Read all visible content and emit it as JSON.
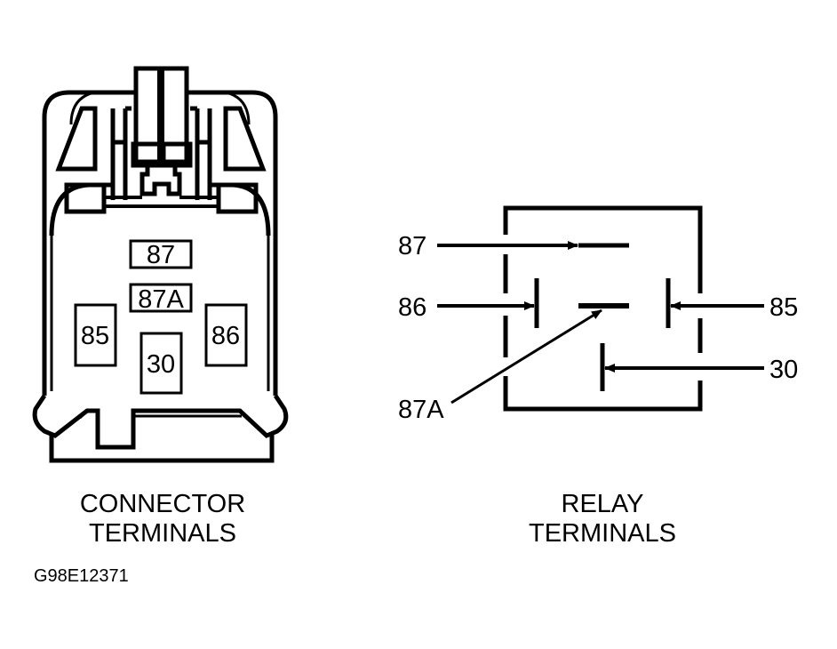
{
  "connector": {
    "terminals": [
      {
        "id": "87",
        "label": "87"
      },
      {
        "id": "87A",
        "label": "87A"
      },
      {
        "id": "85",
        "label": "85"
      },
      {
        "id": "86",
        "label": "86"
      },
      {
        "id": "30",
        "label": "30"
      }
    ],
    "caption_line1": "CONNECTOR",
    "caption_line2": "TERMINALS"
  },
  "relay": {
    "terminals": [
      {
        "id": "87",
        "label": "87"
      },
      {
        "id": "86",
        "label": "86"
      },
      {
        "id": "85",
        "label": "85"
      },
      {
        "id": "30",
        "label": "30"
      },
      {
        "id": "87A",
        "label": "87A"
      }
    ],
    "caption_line1": "RELAY",
    "caption_line2": "TERMINALS"
  },
  "figure_code": "G98E12371",
  "colors": {
    "ink": "#000000",
    "background": "#ffffff"
  }
}
